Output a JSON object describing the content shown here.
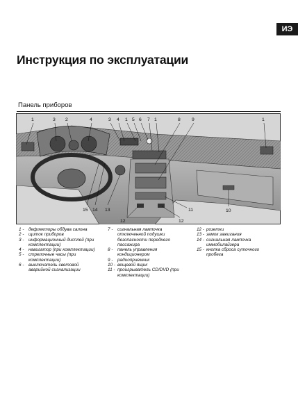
{
  "header": {
    "badge": "ИЭ"
  },
  "page": {
    "title": "Инструкция по эксплуатации"
  },
  "section": {
    "title": "Панель приборов"
  },
  "figure": {
    "callouts_top": [
      "1",
      "3",
      "2",
      "4",
      "3",
      "4",
      "1",
      "5",
      "6",
      "7",
      "1",
      "8",
      "9",
      "1"
    ],
    "callouts_bottom": [
      "15",
      "14",
      "13",
      "12",
      "12",
      "11",
      "10"
    ]
  },
  "legend": {
    "col1": [
      {
        "num": "1 -",
        "text": "дефлекторы обдува салона"
      },
      {
        "num": "2 -",
        "text": "щиток приборов"
      },
      {
        "num": "3 -",
        "text": "информационный дисплей (при комплектации)"
      },
      {
        "num": "4 -",
        "text": "навигатор (при комплектации)"
      },
      {
        "num": "5 -",
        "text": "стрелочные часы (при комплектации)"
      },
      {
        "num": "6 -",
        "text": "выключатель световой аварийной сигнализации"
      }
    ],
    "col2": [
      {
        "num": "7 -",
        "text": "сигнальная лампочка отключенной подушки безопасности переднего пассажира"
      },
      {
        "num": "8 -",
        "text": "панель управления кондиционером"
      },
      {
        "num": "9 -",
        "text": "радиоприемник"
      },
      {
        "num": "10 -",
        "text": "вещевой ящик"
      },
      {
        "num": "11 -",
        "text": "проигрыватель CD/DVD (при комплектации)"
      }
    ],
    "col3": [
      {
        "num": "12 -",
        "text": "розетки"
      },
      {
        "num": "13 -",
        "text": "замок зажигания"
      },
      {
        "num": "14 -",
        "text": "сигнальная лампочка иммобилайзера"
      },
      {
        "num": "15 -",
        "text": "кнопка сброса суточного пробега"
      }
    ]
  }
}
